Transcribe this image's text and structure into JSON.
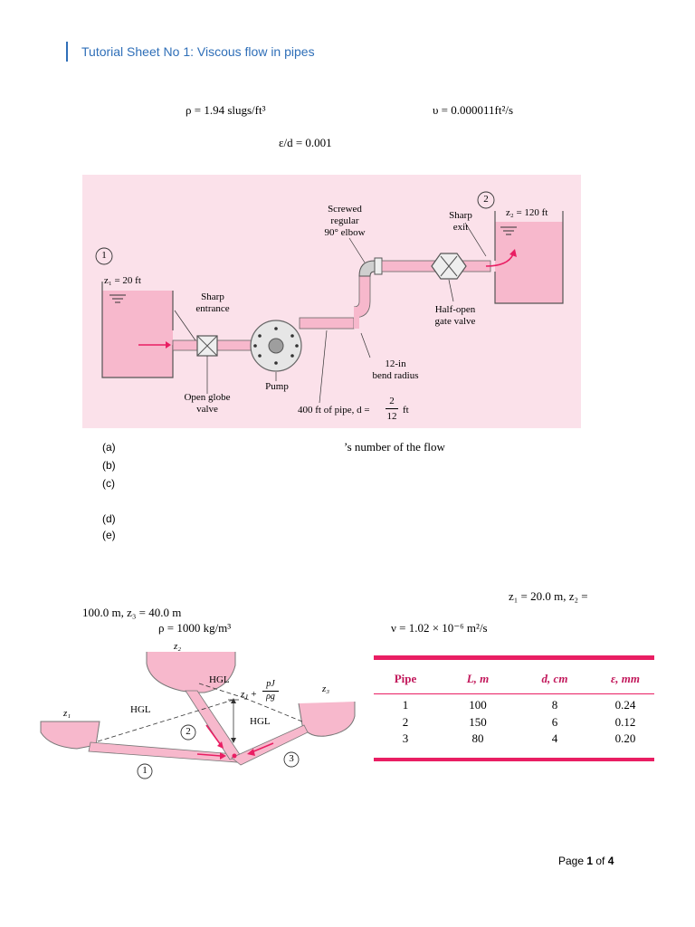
{
  "header": {
    "title": "Tutorial Sheet No 1: Viscous flow in pipes"
  },
  "problem1": {
    "rho": "ρ = 1.94 slugs/ft³",
    "nu": "υ = 0.000011ft²/s",
    "rel_rough": "ε/d = 0.001",
    "figure": {
      "z2": "z₂ = 120 ft",
      "z1": "z₁ = 20 ft",
      "node1": "1",
      "node2": "2",
      "screwed_elbow": [
        "Screwed",
        "regular",
        "90° elbow"
      ],
      "sharp_exit": [
        "Sharp",
        "exit"
      ],
      "sharp_entrance": [
        "Sharp",
        "entrance"
      ],
      "half_open_gate": [
        "Half-open",
        "gate valve"
      ],
      "bend_radius": [
        "12-in",
        "bend radius"
      ],
      "pump": "Pump",
      "open_globe": [
        "Open globe",
        "valve"
      ],
      "pipe_spec": "400 ft of pipe, d =",
      "pipe_frac_num": "2",
      "pipe_frac_den": "12",
      "pipe_frac_unit": "ft"
    },
    "items": [
      "(a)",
      "(b)",
      "(c)",
      "(d)",
      "(e)"
    ],
    "item_a_text": "’s number of the flow"
  },
  "problem2": {
    "z_line1": "z₁ = 20.0 m, z₂ =",
    "z_line2": "100.0 m, z₃ = 40.0 m",
    "rho": "ρ = 1000 kg/m³",
    "nu": "ν = 1.02 × 10⁻⁶ m²/s",
    "figure": {
      "z1": "z₁",
      "z2": "z₂",
      "z3": "z₃",
      "hgl_left": "HGL",
      "hgl_top": "HGL",
      "hgl_mid": "HGL",
      "junction_label_a": "z",
      "junction_label_b": "J",
      "junction_label_c": "+",
      "junction_p": "pJ",
      "junction_rhog": "ρg",
      "n1": "1",
      "n2": "2",
      "n3": "3"
    },
    "table": {
      "headers": [
        "Pipe",
        "L, m",
        "d, cm",
        "ε, mm"
      ],
      "rows": [
        [
          "1",
          "100",
          "8",
          "0.24"
        ],
        [
          "2",
          "150",
          "6",
          "0.12"
        ],
        [
          "3",
          "80",
          "4",
          "0.20"
        ]
      ],
      "accent": "#e91e63"
    }
  },
  "footer": {
    "page_prefix": "Page ",
    "page_num": "1",
    "page_of": " of ",
    "page_total": "4"
  }
}
